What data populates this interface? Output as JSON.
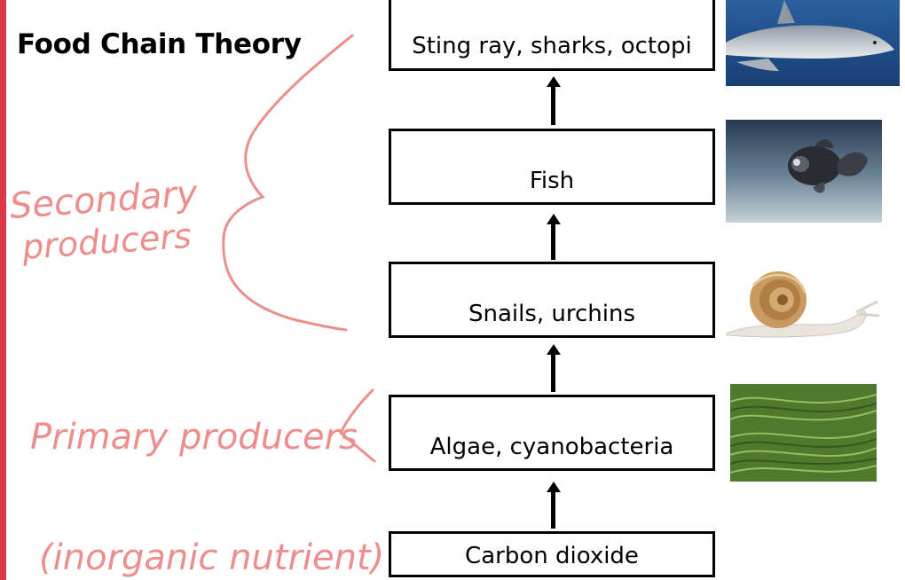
{
  "title": "Food Chain Theory",
  "colors": {
    "accent": "#d63a4a",
    "handwriting": "#ec8e8c"
  },
  "chain": {
    "levels": [
      {
        "label": "Sting ray, sharks, octopi",
        "photo": "shark-photo"
      },
      {
        "label": "Fish",
        "photo": "goldfish-photo"
      },
      {
        "label": "Snails, urchins",
        "photo": "snail-photo"
      },
      {
        "label": "Algae, cyanobacteria",
        "photo": "algae-photo"
      },
      {
        "label": "Carbon dioxide",
        "photo": ""
      }
    ]
  },
  "annotations": {
    "secondary_line1": "Secondary",
    "secondary_line2": "producers",
    "primary": "Primary producers",
    "inorganic": "(inorganic nutrient)"
  }
}
